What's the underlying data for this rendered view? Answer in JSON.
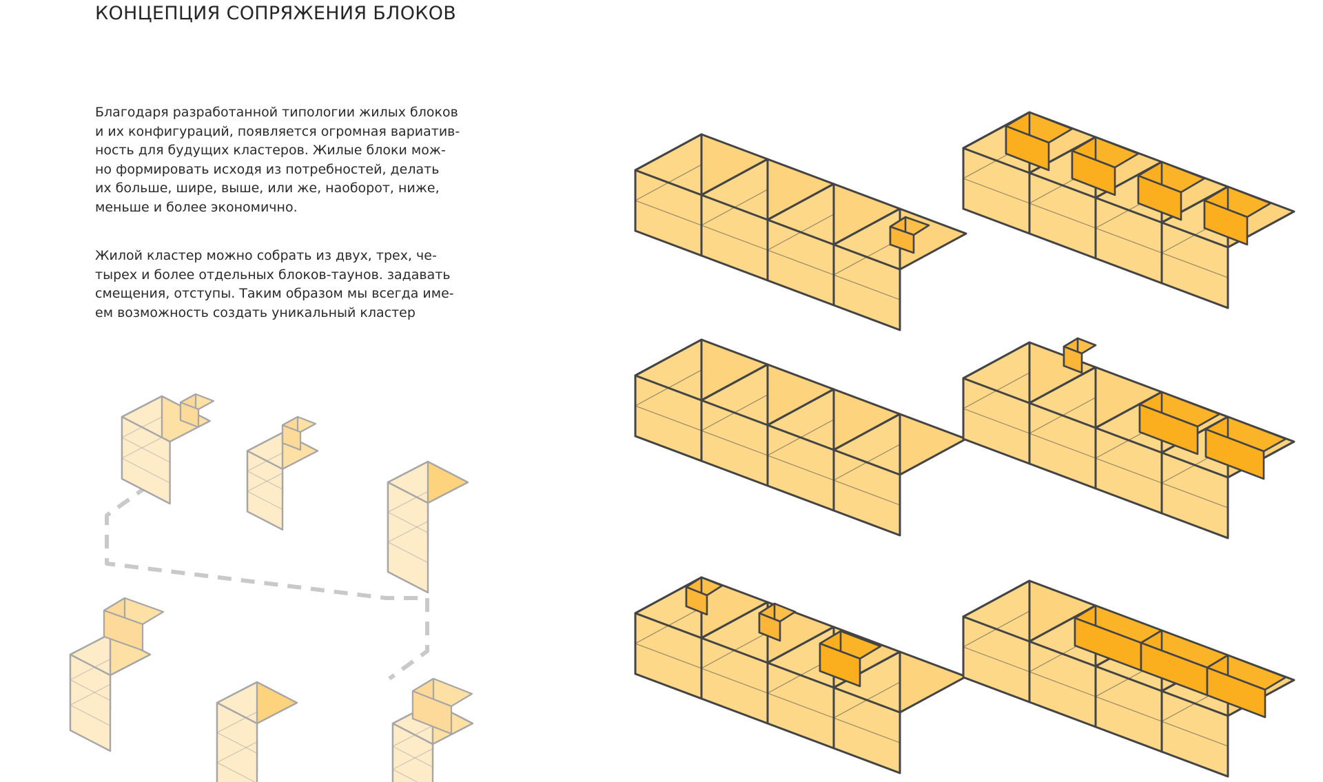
{
  "title": "КОНЦЕПЦИЯ СОПРЯЖЕНИЯ БЛОКОВ",
  "paragraphs": [
    {
      "lines": [
        "Благодаря разработанной типологии жилых блоков",
        "и их конфигураций, появляется огромная вариатив-",
        "ность для будущих кластеров. Жилые блоки мож-",
        "но формировать исходя из потребностей, делать",
        "их больше, шире, выше, или же, наоборот, ниже,",
        "меньше и более экономично."
      ]
    },
    {
      "lines": [
        "Жилой кластер можно собрать из двух, трех, че-",
        "тырех и более отдельных блоков-таунов. задавать",
        "смещения, отступы. Таким образом мы всегда име-",
        "ем возможность создать уникальный кластер"
      ]
    }
  ],
  "colors": {
    "text": "#2a2a2a",
    "outline": "#444444",
    "outline_faded": "#a6a6a6",
    "block_top": "#fdd37e",
    "block_side": "#fcd888",
    "block_faded_top": "#fde0a4",
    "block_faded_side": "#feebc8",
    "annex_orange": "#fbb328",
    "annex_light": "#fcbf4a",
    "dashed_outline": "#c9c9c9"
  }
}
